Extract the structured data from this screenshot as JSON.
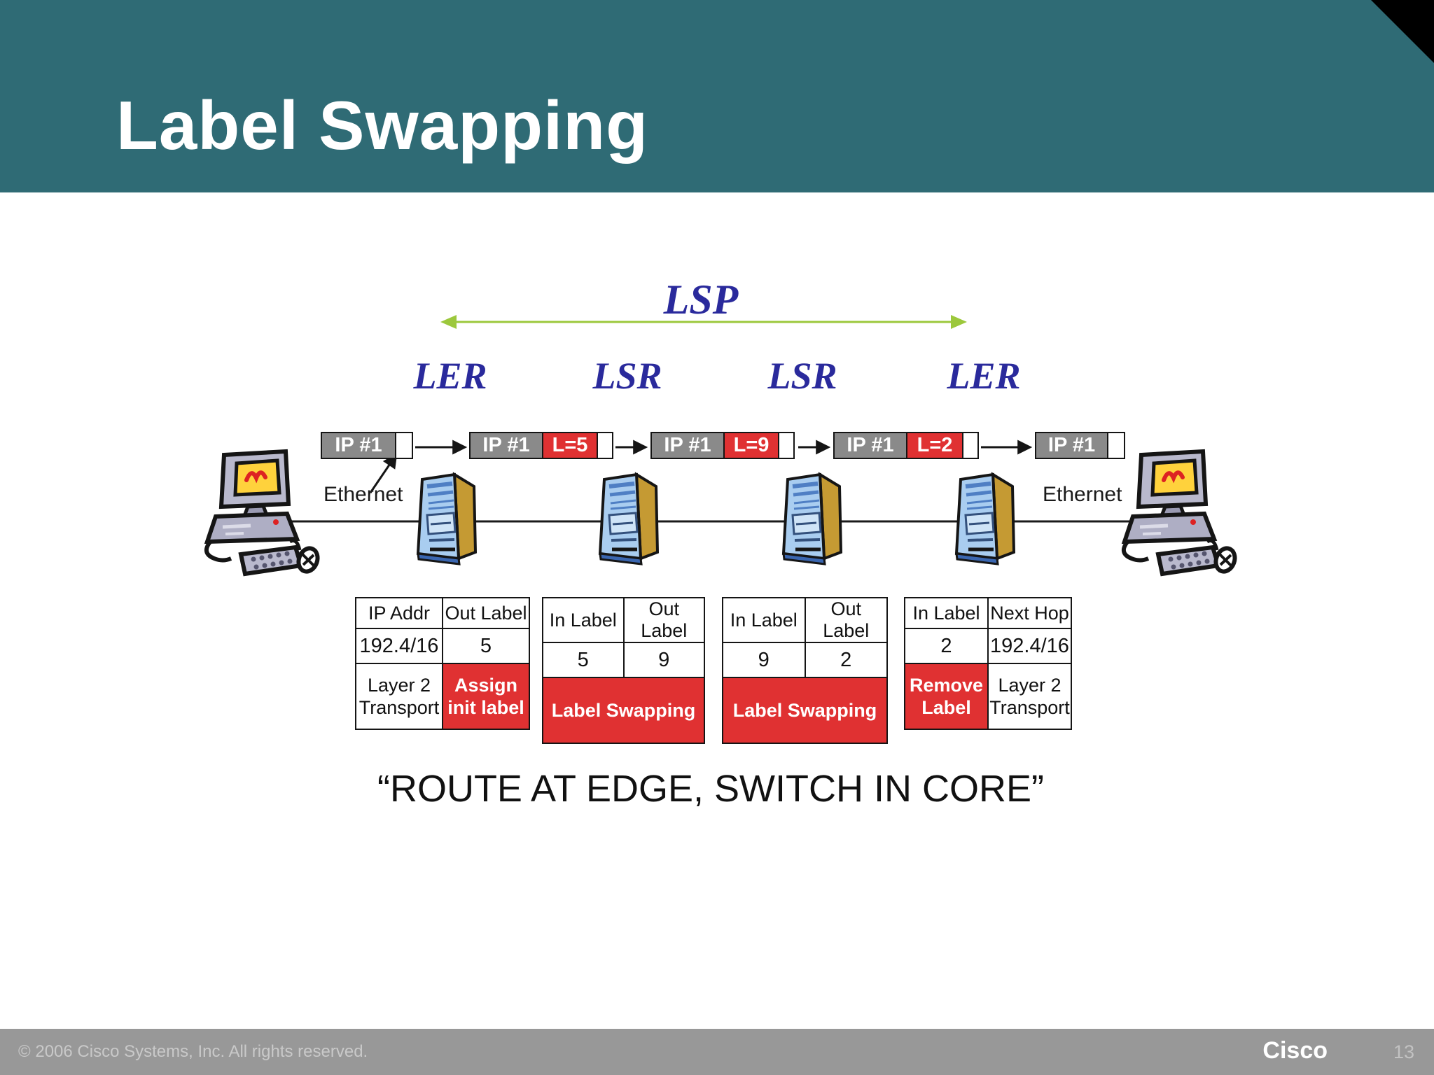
{
  "slide": {
    "title": "Label Swapping"
  },
  "diagram": {
    "lsp_label": "LSP",
    "router_labels": [
      "LER",
      "LSR",
      "LSR",
      "LER"
    ],
    "ethernet_label_left": "Ethernet",
    "ethernet_label_right": "Ethernet",
    "packets": [
      {
        "ip": "IP #1",
        "label": ""
      },
      {
        "ip": "IP #1",
        "label": "L=5"
      },
      {
        "ip": "IP #1",
        "label": "L=9"
      },
      {
        "ip": "IP #1",
        "label": "L=2"
      },
      {
        "ip": "IP #1",
        "label": ""
      }
    ],
    "tables": [
      {
        "headers": [
          "IP Addr",
          "Out Label"
        ],
        "values": [
          "192.4/16",
          "5"
        ],
        "actions": [
          {
            "text": "Layer 2\nTransport",
            "red": false
          },
          {
            "text": "Assign\ninit label",
            "red": true
          }
        ]
      },
      {
        "headers": [
          "In Label",
          "Out Label"
        ],
        "values": [
          "5",
          "9"
        ],
        "actions": [
          {
            "text": "Label Swapping",
            "red": true,
            "span": 2
          }
        ]
      },
      {
        "headers": [
          "In Label",
          "Out Label"
        ],
        "values": [
          "9",
          "2"
        ],
        "actions": [
          {
            "text": "Label Swapping",
            "red": true,
            "span": 2
          }
        ]
      },
      {
        "headers": [
          "In Label",
          "Next Hop"
        ],
        "values": [
          "2",
          "192.4/16"
        ],
        "actions": [
          {
            "text": "Remove\nLabel",
            "red": true
          },
          {
            "text": "Layer 2\nTransport",
            "red": false
          }
        ]
      }
    ],
    "quote": "“ROUTE AT EDGE, SWITCH IN CORE”"
  },
  "footer": {
    "copyright": "© 2006 Cisco Systems, Inc. All rights reserved.",
    "brand": "Cisco",
    "page_number": "13"
  },
  "colors": {
    "header_teal": "#2f6b75",
    "navy_text": "#2a2a9c",
    "lsp_arrow_green": "#9cc83c",
    "label_red": "#e03132",
    "packet_gray": "#8a8a8a",
    "footer_gray": "#989898"
  }
}
